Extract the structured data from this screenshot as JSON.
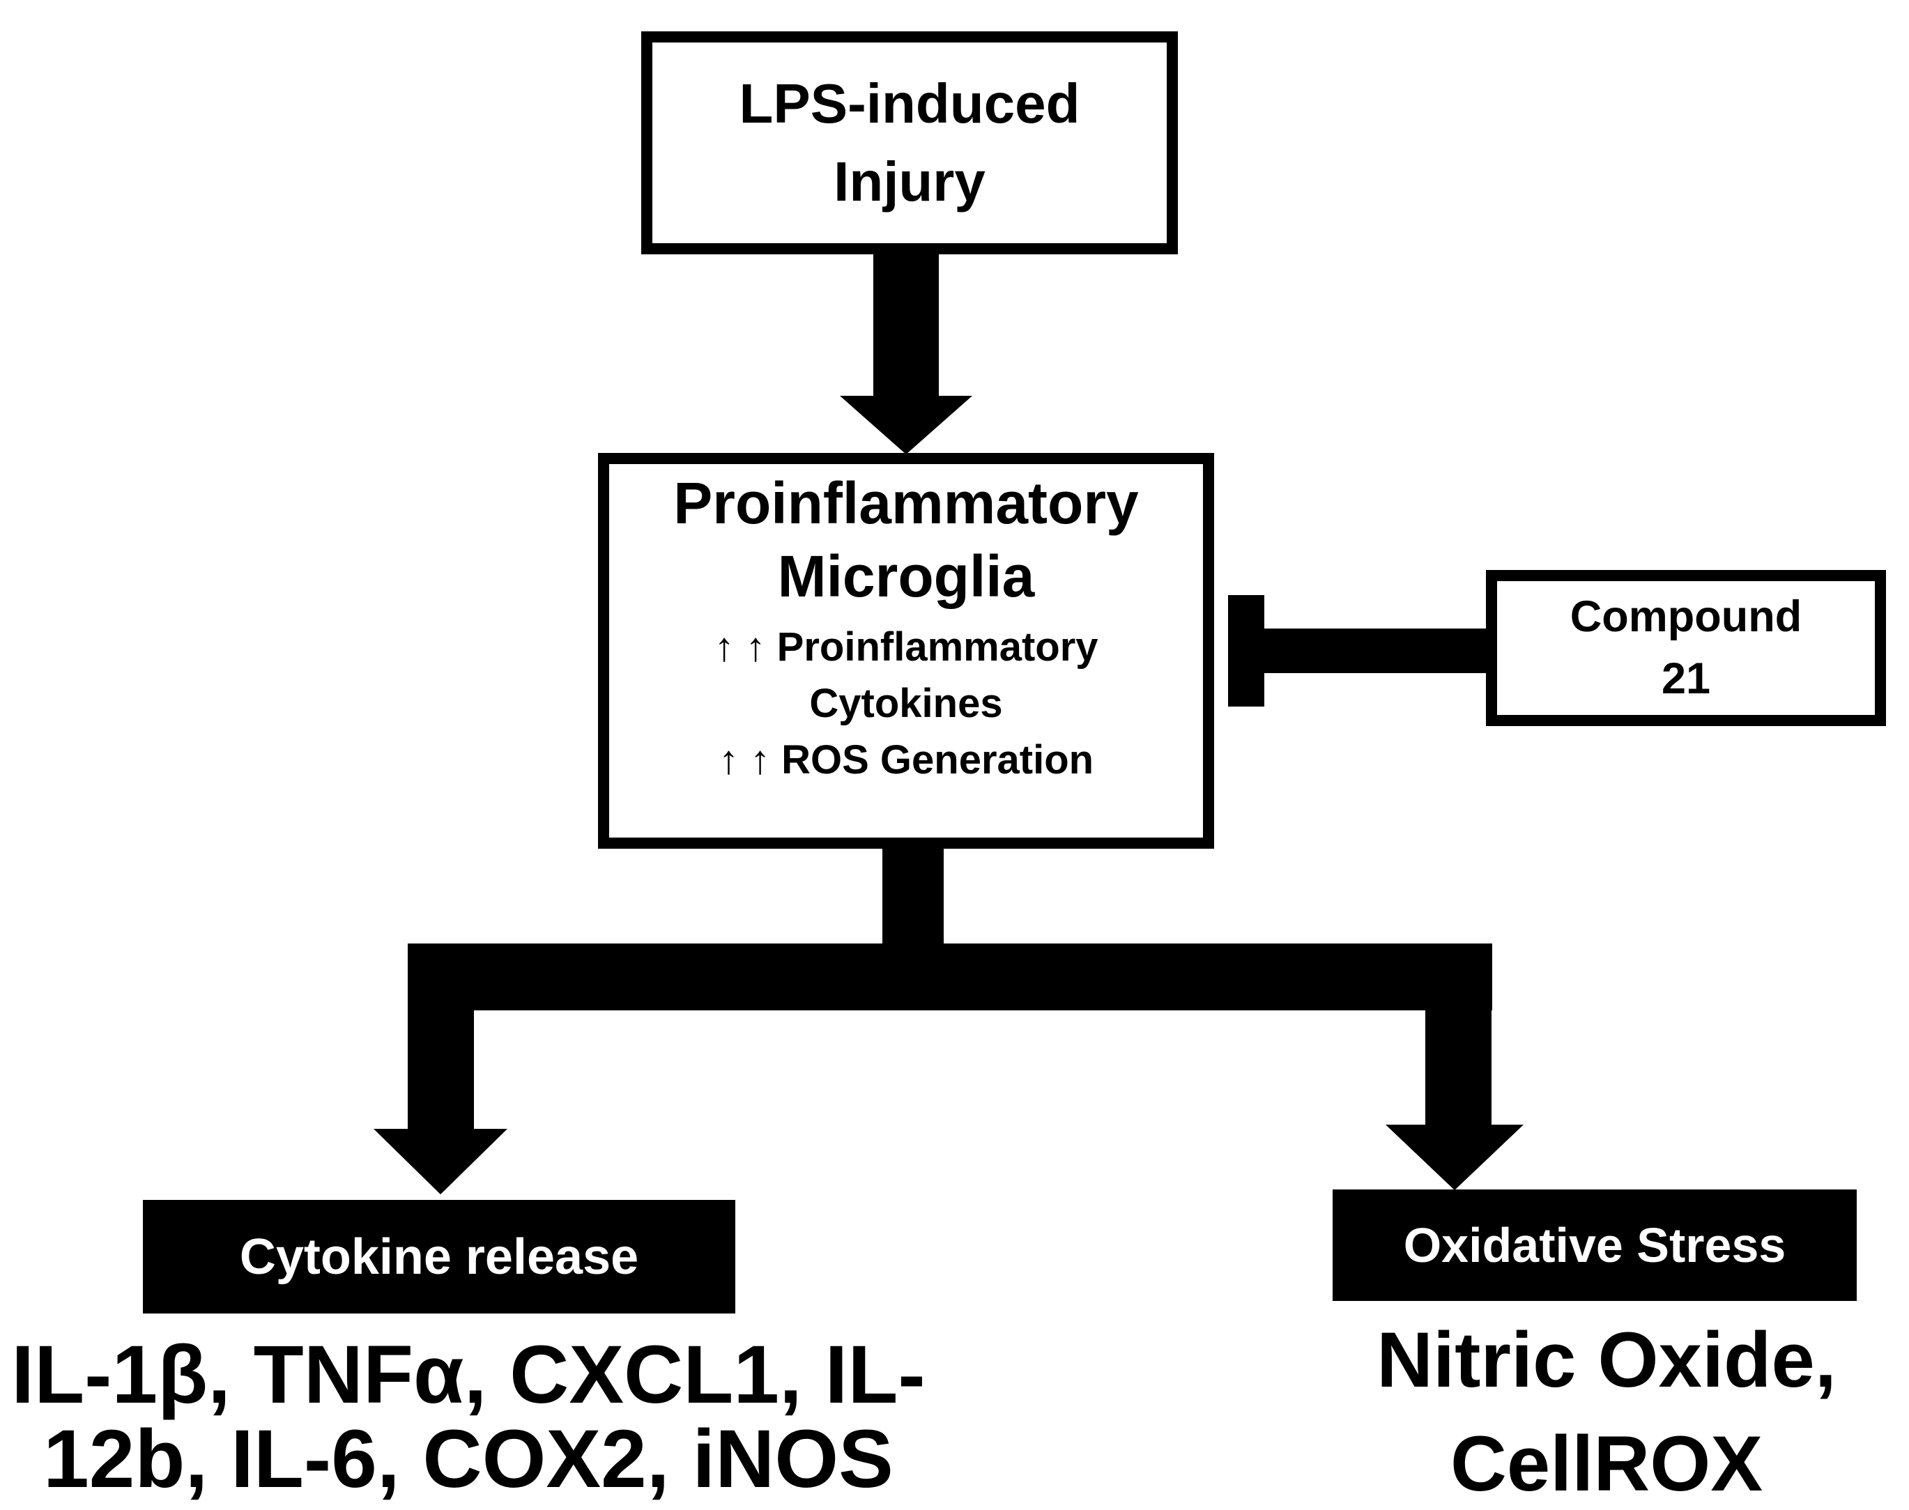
{
  "diagram": {
    "colors": {
      "ink": "#000000",
      "paper": "#ffffff"
    },
    "nodes": {
      "lps": {
        "line1": "LPS-induced",
        "line2": "Injury"
      },
      "microglia": {
        "title_line1": "Proinflammatory",
        "title_line2": "Microglia",
        "item1_line1": "↑ ↑ Proinflammatory",
        "item1_line2": "Cytokines",
        "item2": "↑ ↑ ROS Generation"
      },
      "compound": {
        "line1": "Compound",
        "line2": "21"
      },
      "cytokine_release": {
        "label": "Cytokine release"
      },
      "oxidative_stress": {
        "label": "Oxidative Stress"
      },
      "cytokine_list": {
        "line1": "IL-1β, TNFα, CXCL1, IL-",
        "line2": "12b, IL-6, COX2, iNOS"
      },
      "oxidative_list": {
        "line1": "Nitric Oxide,",
        "line2": "CellROX"
      }
    },
    "edges": [
      {
        "from": "lps",
        "to": "microglia",
        "type": "arrow"
      },
      {
        "from": "compound",
        "to": "microglia",
        "type": "inhibition"
      },
      {
        "from": "microglia",
        "to": "cytokine_release",
        "type": "arrow"
      },
      {
        "from": "microglia",
        "to": "oxidative_stress",
        "type": "arrow"
      }
    ]
  }
}
